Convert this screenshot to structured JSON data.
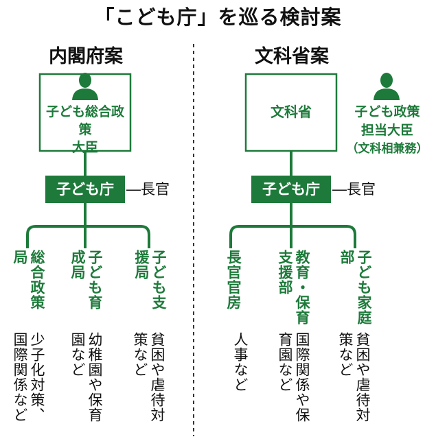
{
  "title": "「こども庁」を巡る検討案",
  "colors": {
    "accent": "#1d7a3a",
    "text": "#111111",
    "divider": "#333333"
  },
  "left": {
    "heading": "内閣府案",
    "minister_lines": [
      "子ども総合政策",
      "大臣"
    ],
    "agency": "子ども庁",
    "official": "―長官",
    "bureaus": [
      {
        "name": "総合政策局",
        "duty": "少子化対策、国際関係など"
      },
      {
        "name": "子ども育成局",
        "duty": "幼稚園や保育園など"
      },
      {
        "name": "子ども支援局",
        "duty": "貧困や虐待対策など"
      }
    ]
  },
  "right": {
    "heading": "文科省案",
    "ministry": "文科省",
    "minister_lines": [
      "子ども政策",
      "担当大臣",
      "（文科相兼務）"
    ],
    "agency": "子ども庁",
    "official": "―長官",
    "bureaus": [
      {
        "name": "長官官房",
        "duty": "人事など"
      },
      {
        "name": "教育・保育支援部",
        "duty": "国際関係や保育園など"
      },
      {
        "name": "子ども家庭部",
        "duty": "貧困や虐待対策など"
      }
    ]
  }
}
